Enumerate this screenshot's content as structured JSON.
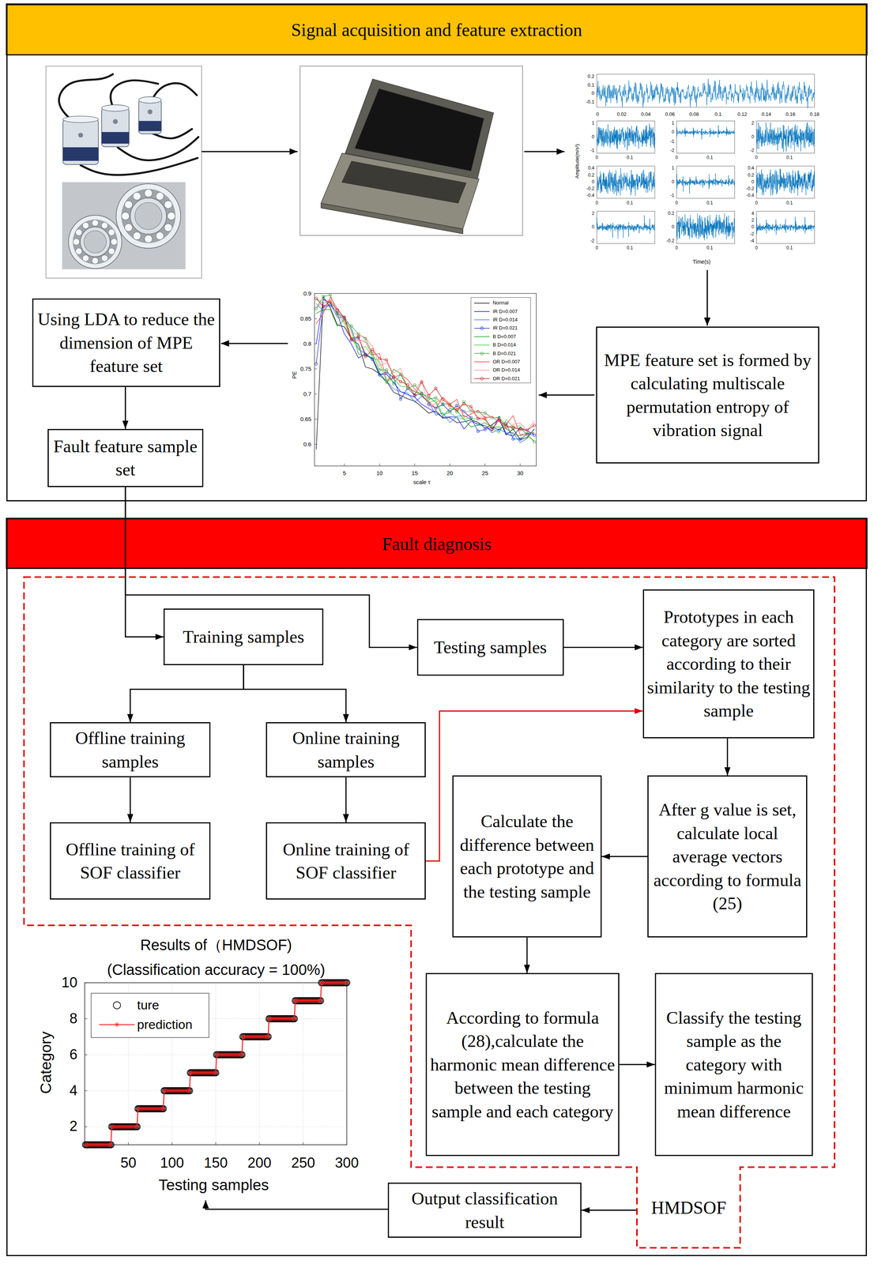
{
  "diagram": {
    "nodes": [
      {
        "text": [
          "Signal acquisition and feature extraction"
        ]
      },
      {
        "text": [
          "Using LDA to reduce the dimension of MPE feature set"
        ],
        "in": 0
      },
      {
        "text": [
          "Fault feature sample set"
        ],
        "in": 0
      },
      {
        "text": [
          "MPE feature set is formed by calculating multiscale permutation entropy of vibration signal"
        ],
        "in": 0
      },
      {
        "text": [
          "Fault diagnosis"
        ]
      },
      {
        "text": [
          "HMDSOF"
        ],
        "in": 4
      },
      {
        "text": [
          "Training samples"
        ],
        "in": 5
      },
      {
        "text": [
          "Testing samples"
        ],
        "in": 5
      },
      {
        "text": [
          "Prototypes in each category are sorted according to their similarity to the testing sample"
        ],
        "in": 5
      },
      {
        "text": [
          "Offline training samples"
        ],
        "in": 5
      },
      {
        "text": [
          "Online training samples"
        ],
        "in": 5
      },
      {
        "text": [
          "Offline training of SOF classifier"
        ],
        "in": 5
      },
      {
        "text": [
          "Online training of SOF classifier"
        ],
        "in": 5
      },
      {
        "text": [
          "Calculate the difference between each prototype and the testing sample"
        ],
        "in": 5
      },
      {
        "text": [
          "After g value is set, calculate local average vectors according to formula (25)"
        ],
        "in": 5
      },
      {
        "text": [
          "According to formula (28),calculate the harmonic mean difference between the testing sample and each category"
        ],
        "in": 5
      },
      {
        "text": [
          "Classify the testing sample as the category with minimum harmonic mean difference"
        ],
        "in": 5
      },
      {
        "text": [
          "Output classification result"
        ],
        "in": 4
      }
    ],
    "edges": [
      {
        "from": 1,
        "to": 2,
        "arrow": "to"
      },
      {
        "from": 2,
        "to": 6,
        "arrow": "to"
      },
      {
        "from": 2,
        "to": 7,
        "arrow": "to"
      },
      {
        "from": 7,
        "to": 8,
        "arrow": "to"
      },
      {
        "from": 6,
        "to": 9,
        "arrow": "to"
      },
      {
        "from": 6,
        "to": 10,
        "arrow": "to"
      },
      {
        "from": 9,
        "to": 11,
        "arrow": "to"
      },
      {
        "from": 10,
        "to": 12,
        "arrow": "to"
      },
      {
        "from": 12,
        "to": 8,
        "arrow": "to"
      },
      {
        "from": 8,
        "to": 14,
        "arrow": "to"
      },
      {
        "from": 14,
        "to": 13,
        "arrow": "to"
      },
      {
        "from": 13,
        "to": 15,
        "arrow": "to"
      },
      {
        "from": 15,
        "to": 16,
        "arrow": "to"
      },
      {
        "from": 5,
        "to": 17,
        "arrow": "to"
      }
    ],
    "labels": [
      "0.2",
      "0.1",
      "0",
      "-0.1",
      "0",
      "0.02",
      "0.04",
      "0.06",
      "0.08",
      "0.1",
      "0.12",
      "0.14",
      "0.16",
      "0.18",
      "1",
      "0",
      "-1",
      "0",
      "0.1",
      "1",
      "0",
      "-1",
      "-2",
      "0",
      "0.1",
      "2",
      "0",
      "-2",
      "0",
      "0.1",
      "0.4",
      "0.2",
      "0",
      "-0.2",
      "-0.4",
      "0",
      "0.1",
      "1",
      "0",
      "-1",
      "0",
      "0.1",
      "0.4",
      "0.2",
      "0",
      "-0.2",
      "-0.4",
      "0",
      "0.1",
      "2",
      "0",
      "-2",
      "0",
      "0.1",
      "0.2",
      "0",
      "-0.2",
      "0",
      "0.1",
      "4",
      "2",
      "0",
      "-2",
      "-4",
      "0",
      "0.1",
      "Amplitude(m/s²)",
      "Time(s)",
      "0.9",
      "0.85",
      "0.8",
      "0.75",
      "0.7",
      "0.65",
      "0.6",
      "5",
      "10",
      "15",
      "20",
      "25",
      "30",
      "PE",
      "scale τ",
      "Results of（HMDSOF)",
      "(Classification accuracy = 100%)",
      "10",
      "8",
      "6",
      "4",
      "2",
      "50",
      "100",
      "150",
      "200",
      "250",
      "300",
      "Category",
      "Testing samples"
    ],
    "legend": [
      {
        "text": "Normal"
      },
      {
        "text": "IR D=0.007"
      },
      {
        "text": "IR D=0.014"
      },
      {
        "text": "IR D=0.021"
      },
      {
        "text": "B D=0.007"
      },
      {
        "text": "B D=0.014"
      },
      {
        "text": "B D=0.021"
      },
      {
        "text": "OR D=0.007"
      },
      {
        "text": "OR D=0.014"
      },
      {
        "text": "OR D=0.021"
      },
      {
        "text": "ture"
      },
      {
        "text": "prediction"
      }
    ]
  }
}
